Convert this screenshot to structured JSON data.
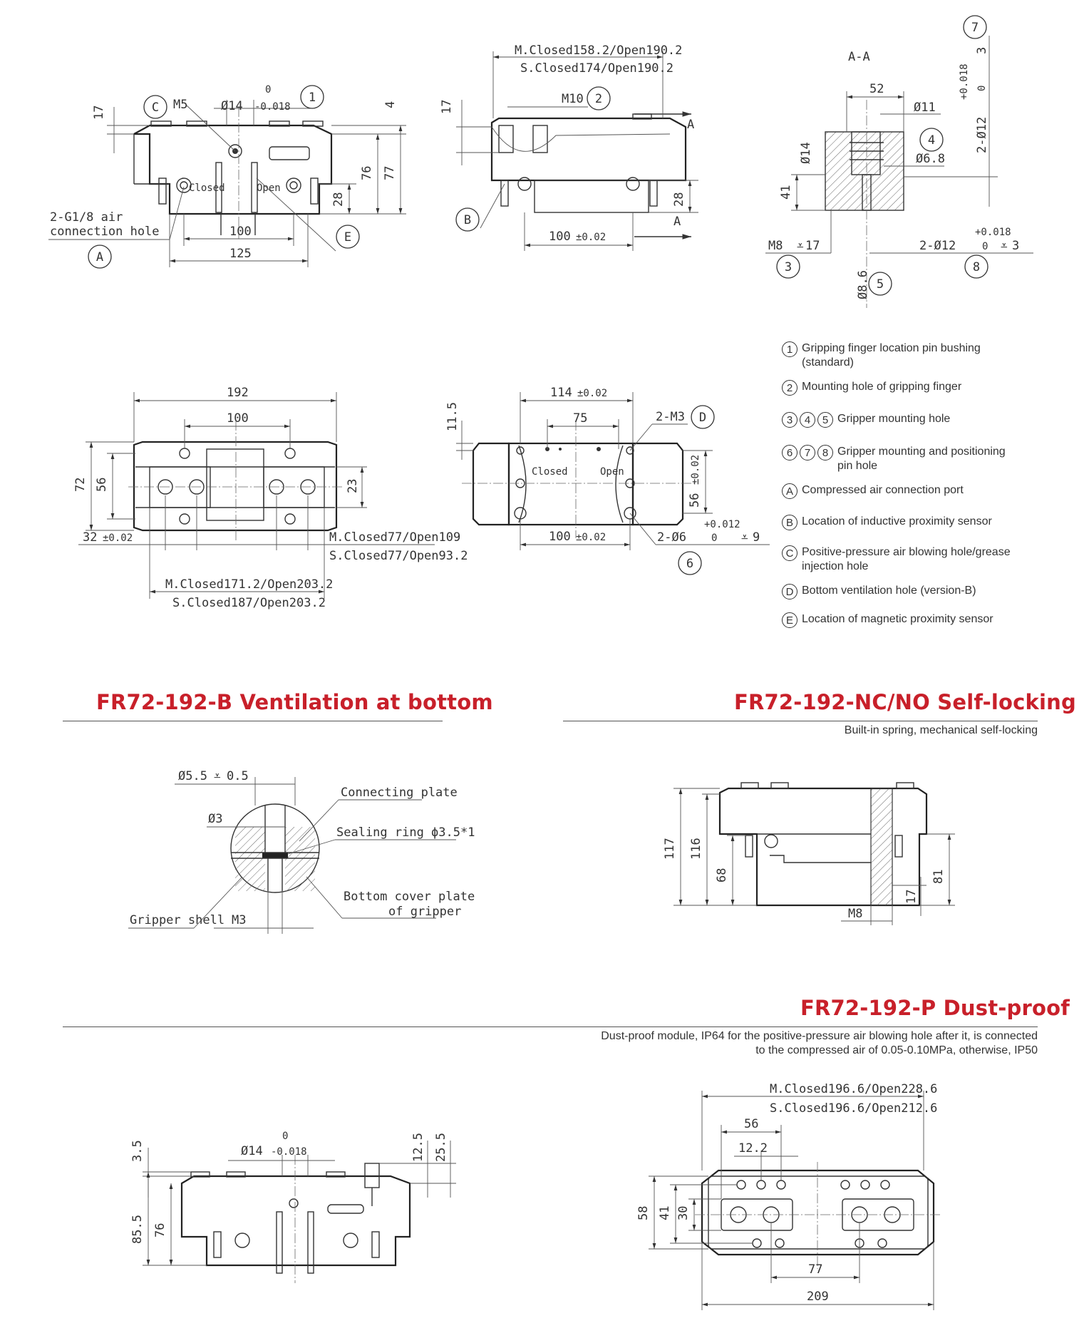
{
  "sections": [
    {
      "title": "FR72-192-B Ventilation at bottom",
      "subtitle": ""
    },
    {
      "title": "FR72-192-NC/NO Self-locking",
      "subtitle": "Built-in spring, mechanical self-locking"
    },
    {
      "title": "FR72-192-P Dust-proof",
      "subtitle_lines": [
        "Dust-proof module, IP64 for the positive-pressure air blowing hole after it, is connected",
        "to the compressed air of 0.05-0.10MPa, otherwise, IP50"
      ]
    }
  ],
  "legend": [
    {
      "markers": [
        "1"
      ],
      "lines": [
        "Gripping finger location pin bushing",
        "(standard)"
      ]
    },
    {
      "markers": [
        "2"
      ],
      "lines": [
        "Mounting hole of gripping finger"
      ]
    },
    {
      "markers": [
        "3",
        "4",
        "5"
      ],
      "lines": [
        "Gripper mounting hole"
      ]
    },
    {
      "markers": [
        "6",
        "7",
        "8"
      ],
      "lines": [
        "Gripper mounting and positioning",
        "pin hole"
      ]
    },
    {
      "markers": [
        "A"
      ],
      "lines": [
        "Compressed air connection port"
      ]
    },
    {
      "markers": [
        "B"
      ],
      "lines": [
        "Location of inductive proximity sensor"
      ]
    },
    {
      "markers": [
        "C"
      ],
      "lines": [
        "Positive-pressure air blowing hole/grease",
        "injection hole"
      ]
    },
    {
      "markers": [
        "D"
      ],
      "lines": [
        "Bottom ventilation hole (version-B)"
      ]
    },
    {
      "markers": [
        "E"
      ],
      "lines": [
        "Location of magnetic proximity sensor"
      ]
    }
  ],
  "views": {
    "front": {
      "d17": "17",
      "d4": "4",
      "d76": "76",
      "d77": "77",
      "d28": "28",
      "d100": "100",
      "d125": "125",
      "m5": "M5",
      "phi14": "Ø14",
      "tol_upper": "0",
      "tol_lower": "-0.018",
      "closed": "Closed",
      "open": "Open",
      "air_note_1": "2-G1/8 air",
      "air_note_2": "connection hole",
      "bubble_c": "C",
      "bubble_1": "1",
      "bubble_a": "A",
      "bubble_e": "E"
    },
    "side": {
      "stroke_m": "M.Closed158.2/Open190.2",
      "stroke_s": "S.Closed174/Open190.2",
      "m10": "M10",
      "d17": "17",
      "d28": "28",
      "d100": "100",
      "tol": "±0.02",
      "section_a": "A",
      "bubble_2": "2",
      "bubble_b": "B"
    },
    "section": {
      "title": "A-A",
      "d52": "52",
      "phi11": "Ø11",
      "phi14": "Ø14",
      "phi68": "Ø6.8",
      "d41": "41",
      "m8": "M8",
      "depth17": "17",
      "phi12_8": "2-Ø12",
      "tol8_upper": "+0.018",
      "tol8_lower": "0",
      "depth3_8": "3",
      "phi12_7": "2-Ø12",
      "tol7_upper": "+0.018",
      "tol7_lower": "0",
      "depth3_7": "3",
      "phi86": "Ø8.6",
      "b3": "3",
      "b4": "4",
      "b5": "5",
      "b7": "7",
      "b8": "8"
    },
    "top": {
      "d192": "192",
      "d100": "100",
      "d72": "72",
      "d56": "56",
      "d23": "23",
      "d32": "32",
      "tol": "±0.02",
      "stroke_m_inner": "M.Closed77/Open109",
      "stroke_s_inner": "S.Closed77/Open93.2",
      "stroke_m_outer": "M.Closed171.2/Open203.2",
      "stroke_s_outer": "S.Closed187/Open203.2"
    },
    "bottom": {
      "d11_5": "11.5",
      "d114": "114",
      "d75": "75",
      "m3": "2-M3",
      "closed": "Closed",
      "open": "Open",
      "d56": "56",
      "d100": "100",
      "tol": "±0.02",
      "pin": "2-Ø6",
      "pin_upper": "+0.012",
      "pin_lower": "0",
      "pin_depth": "9",
      "bubble_d": "D",
      "bubble_6": "6"
    },
    "ventilation": {
      "phi55": "Ø5.5",
      "depth": "0.5",
      "phi3": "Ø3",
      "connecting_plate": "Connecting plate",
      "sealing_ring": "Sealing ring ϕ3.5*1",
      "gripper_shell": "Gripper shell",
      "m3": "M3",
      "bottom_cover_1": "Bottom cover plate",
      "bottom_cover_2": "of gripper"
    },
    "selflock": {
      "d117": "117",
      "d116": "116",
      "d68": "68",
      "d81": "81",
      "d17": "17",
      "m8": "M8"
    },
    "dustproof_front": {
      "d3_5": "3.5",
      "d85_5": "85.5",
      "d76": "76",
      "d12_5": "12.5",
      "d25_5": "25.5",
      "phi14": "Ø14",
      "tol_upper": "0",
      "tol_lower": "-0.018"
    },
    "dustproof_top": {
      "stroke_m": "M.Closed196.6/Open228.6",
      "stroke_s": "S.Closed196.6/Open212.6",
      "d56": "56",
      "d12_2": "12.2",
      "d58": "58",
      "d41": "41",
      "d30": "30",
      "d77": "77",
      "d209": "209"
    }
  }
}
